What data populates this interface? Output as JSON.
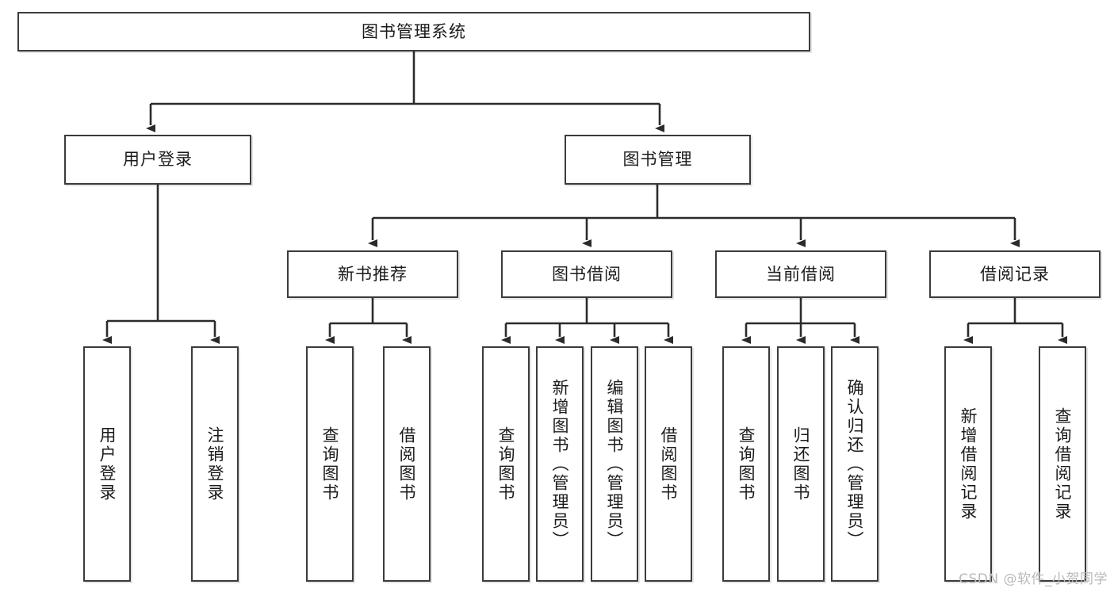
{
  "diagram": {
    "type": "tree",
    "title": "图书管理系统",
    "watermark": "CSDN @软件_小贺同学",
    "colors": {
      "box_border": "#3b3b3b",
      "box_fill": "#ffffff",
      "text": "#1b1b1b",
      "edge": "#2b2b2b",
      "watermark": "#b9b9b9"
    },
    "levels": {
      "root": {
        "label": "图书管理系统"
      },
      "level2": [
        {
          "label": "用户登录"
        },
        {
          "label": "图书管理"
        }
      ],
      "level3": [
        {
          "label": "新书推荐"
        },
        {
          "label": "图书借阅"
        },
        {
          "label": "当前借阅"
        },
        {
          "label": "借阅记录"
        }
      ],
      "leaves": {
        "user_login": [
          {
            "label": "用户登录"
          },
          {
            "label": "注销登录"
          }
        ],
        "new_book_rec": [
          {
            "label": "查询图书"
          },
          {
            "label": "借阅图书"
          }
        ],
        "book_borrow": [
          {
            "label": "查询图书"
          },
          {
            "label": "新增图书（管理员）"
          },
          {
            "label": "编辑图书（管理员）"
          },
          {
            "label": "借阅图书"
          }
        ],
        "current_borrow": [
          {
            "label": "查询图书"
          },
          {
            "label": "归还图书"
          },
          {
            "label": "确认归还（管理员）"
          }
        ],
        "borrow_record": [
          {
            "label": "新增借阅记录"
          },
          {
            "label": "查询借阅记录"
          }
        ]
      }
    }
  }
}
